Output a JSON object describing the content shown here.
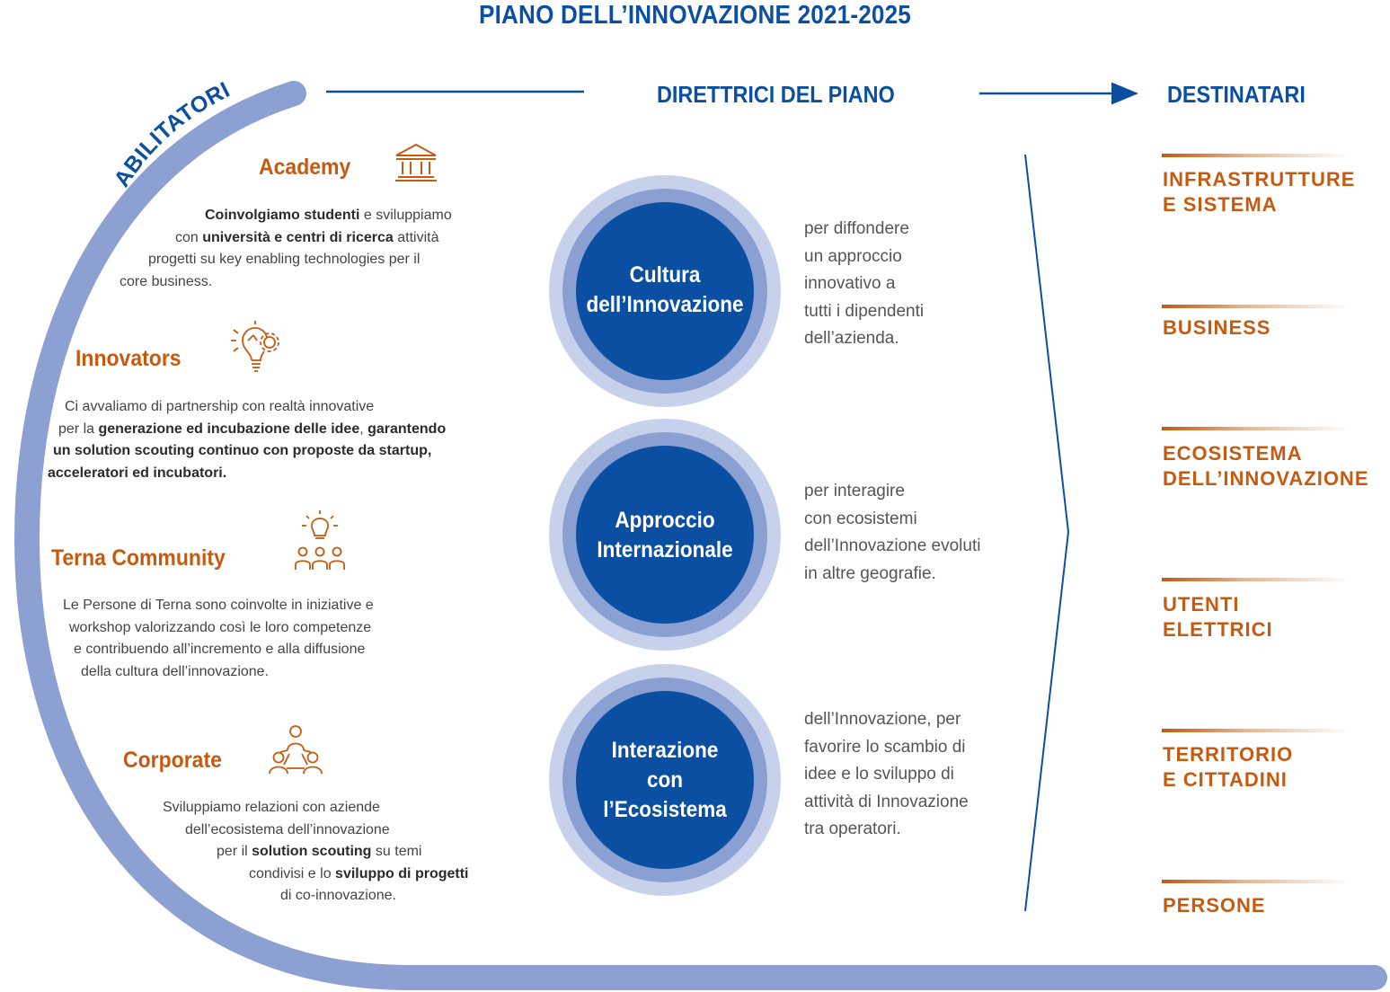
{
  "title": "PIANO DELL’INNOVAZIONE 2021-2025",
  "headers": {
    "enablers": "ABILITATORI",
    "directives": "DIRETTRICI DEL PIANO",
    "recipients": "DESTINATARI"
  },
  "enablers": [
    {
      "name": "Academy",
      "icon": "academy-building-icon",
      "lines": [
        [
          {
            "t": "Coinvolgiamo studenti",
            "b": true
          },
          {
            "t": " e sviluppiamo",
            "b": false
          }
        ],
        [
          {
            "t": "con ",
            "b": false
          },
          {
            "t": "università e centri di ricerca",
            "b": true
          },
          {
            "t": " attività",
            "b": false
          }
        ],
        [
          {
            "t": "progetti su key enabling technologies per il",
            "b": false
          }
        ],
        [
          {
            "t": "core business.",
            "b": false
          }
        ]
      ]
    },
    {
      "name": "Innovators",
      "icon": "lightbulb-gear-icon",
      "lines": [
        [
          {
            "t": "Ci avvaliamo di partnership con realtà innovative",
            "b": false
          }
        ],
        [
          {
            "t": "per la ",
            "b": false
          },
          {
            "t": "generazione ed incubazione delle idee",
            "b": true
          },
          {
            "t": ", ",
            "b": false
          },
          {
            "t": "garantendo",
            "b": true
          }
        ],
        [
          {
            "t": "un solution scouting continuo con proposte da startup,",
            "b": true
          }
        ],
        [
          {
            "t": "acceleratori ed incubatori.",
            "b": true
          }
        ]
      ]
    },
    {
      "name": "Terna Community",
      "icon": "community-people-icon",
      "lines": [
        [
          {
            "t": "Le Persone di Terna sono coinvolte in iniziative e",
            "b": false
          }
        ],
        [
          {
            "t": "workshop valorizzando così le loro competenze",
            "b": false
          }
        ],
        [
          {
            "t": "e contribuendo all’incremento e alla diffusione",
            "b": false
          }
        ],
        [
          {
            "t": "della cultura dell’innovazione.",
            "b": false
          }
        ]
      ]
    },
    {
      "name": "Corporate",
      "icon": "corporate-network-icon",
      "lines": [
        [
          {
            "t": "Sviluppiamo relazioni con aziende",
            "b": false
          }
        ],
        [
          {
            "t": "dell’ecosistema dell’innovazione",
            "b": false
          }
        ],
        [
          {
            "t": "per il ",
            "b": false
          },
          {
            "t": "solution scouting",
            "b": true
          },
          {
            "t": " su temi",
            "b": false
          }
        ],
        [
          {
            "t": "condivisi e lo ",
            "b": false
          },
          {
            "t": "sviluppo di progetti",
            "b": true
          }
        ],
        [
          {
            "t": "di co-innovazione.",
            "b": false
          }
        ]
      ]
    }
  ],
  "directives": [
    {
      "label": [
        "Cultura",
        "dell’Innovazione"
      ],
      "desc": [
        "per diffondere",
        "un approccio",
        "innovativo a",
        "tutti i dipendenti",
        "dell’azienda."
      ]
    },
    {
      "label": [
        "Approccio",
        "Internazionale"
      ],
      "desc": [
        "per interagire",
        "con ecosistemi",
        "dell’Innovazione evoluti",
        "in altre geografie."
      ]
    },
    {
      "label": [
        "Interazione",
        "con",
        "l’Ecosistema"
      ],
      "desc": [
        "dell’Innovazione, per",
        "favorire lo scambio di",
        "idee e lo sviluppo di",
        "attività di Innovazione",
        "tra operatori."
      ]
    }
  ],
  "recipients": [
    [
      "INFRASTRUTTURE",
      "E SISTEMA"
    ],
    [
      "BUSINESS"
    ],
    [
      "ECOSISTEMA",
      "DELL’INNOVAZIONE"
    ],
    [
      "UTENTI",
      "ELETTRICI"
    ],
    [
      "TERRITORIO",
      "E CITTADINI"
    ],
    [
      "PERSONE"
    ]
  ],
  "colors": {
    "primary_blue": "#0b4fa0",
    "circle_blue": "#0a4fa2",
    "ring_mid": "#8aa0d2",
    "ring_outer": "#c8d1ec",
    "arc": "#8ca0d1",
    "accent_orange": "#c55a11"
  }
}
